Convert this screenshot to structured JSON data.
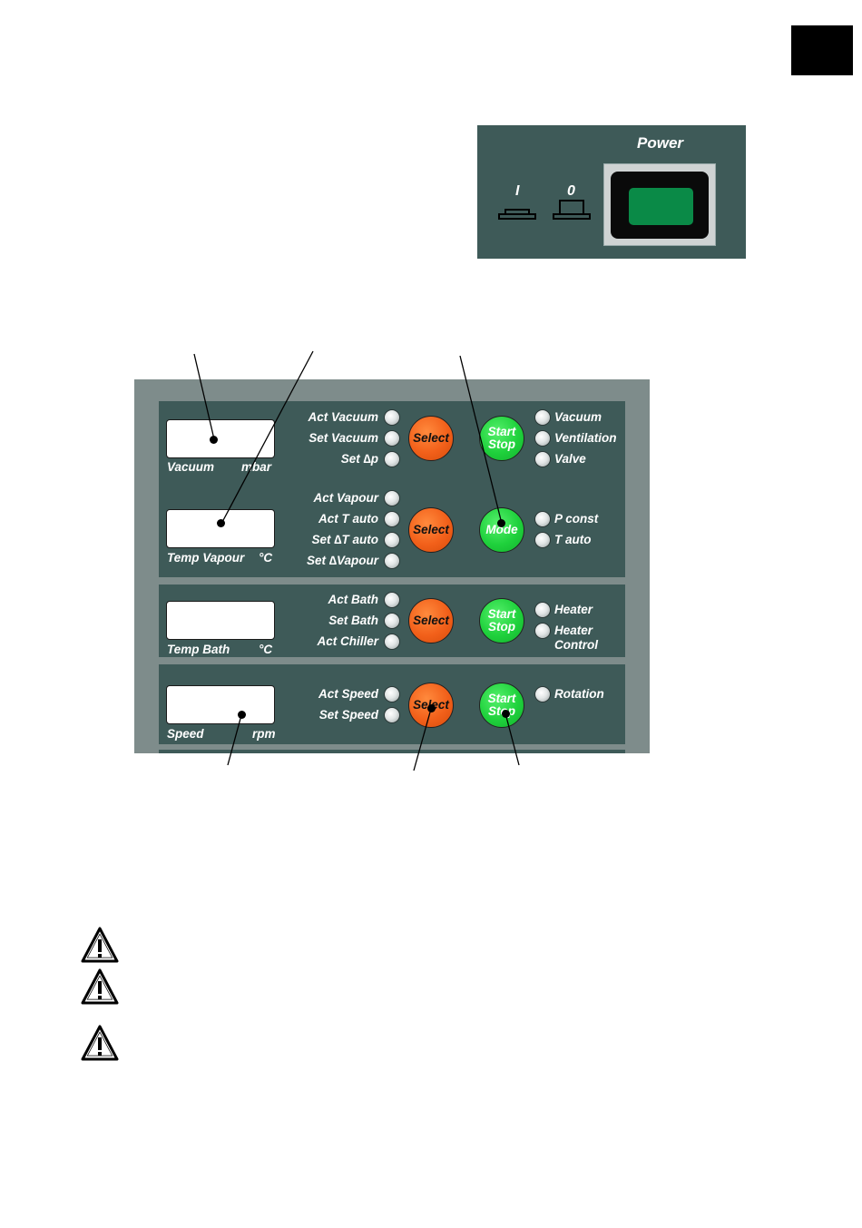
{
  "power_panel": {
    "title": "Power",
    "pos_on": "I",
    "pos_off": "0"
  },
  "rows": {
    "vacuum": {
      "display_label": "Vacuum",
      "display_unit": "mbar",
      "leds": [
        "Act Vacuum",
        "Set Vacuum",
        "Set ∆p"
      ],
      "select": "Select",
      "start_stop": "Start Stop",
      "right_leds": [
        "Vacuum",
        "Ventilation",
        "Valve"
      ]
    },
    "vapour": {
      "display_label": "Temp Vapour",
      "display_unit": "°C",
      "leds": [
        "Act Vapour",
        "Act T auto",
        "Set ∆T auto",
        "Set ∆Vapour"
      ],
      "select": "Select",
      "mode": "Mode",
      "right_leds": [
        "P const",
        "T auto"
      ]
    },
    "bath": {
      "display_label": "Temp Bath",
      "display_unit": "°C",
      "leds": [
        "Act Bath",
        "Set Bath",
        "Act Chiller"
      ],
      "select": "Select",
      "start_stop": "Start Stop",
      "right_leds": [
        "Heater",
        "Heater Control"
      ]
    },
    "speed": {
      "display_label": "Speed",
      "display_unit": "rpm",
      "leds": [
        "Act Speed",
        "Set Speed"
      ],
      "select": "Select",
      "start_stop": "Start Stop",
      "right_leds": [
        "Rotation"
      ]
    }
  },
  "icons": [
    "warning-triangle-icon",
    "warning-triangle-icon",
    "warning-triangle-icon"
  ]
}
